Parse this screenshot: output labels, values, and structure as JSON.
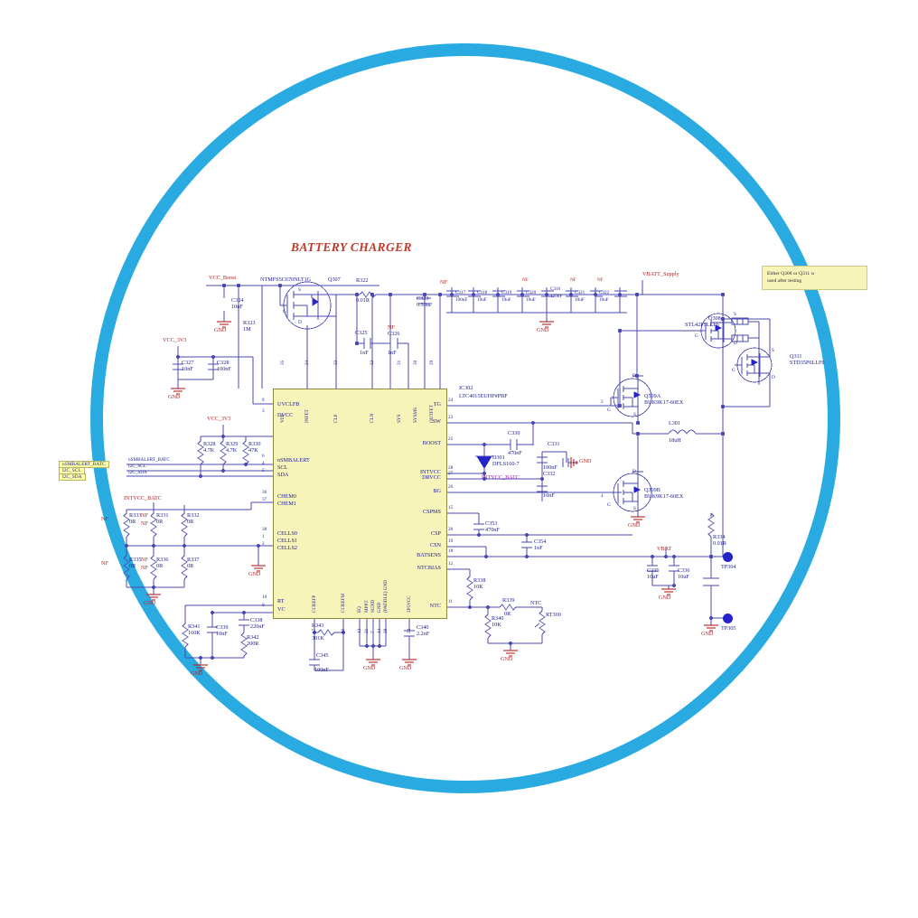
{
  "page": {
    "title": "BATTERY CHARGER",
    "accent_ring_color": "#29abe2",
    "wire_color": "#4a4ab0",
    "text_color": "#1b1b8f",
    "net_color": "#b32020",
    "ic_fill": "#f7f4ba"
  },
  "note": {
    "text": "Either Q308 or Q311 w",
    "text2": "used after testing"
  },
  "ic": {
    "ref": "IC302",
    "part": "LTC4015EUHF#PBF",
    "top_pins": [
      {
        "num": "35",
        "label": "VIN"
      },
      {
        "num": "34",
        "label": "INFET"
      },
      {
        "num": "33",
        "label": "CLP"
      },
      {
        "num": "32",
        "label": "CLN"
      },
      {
        "num": "31",
        "label": "SYS"
      },
      {
        "num": "30",
        "label": "SYSMS"
      },
      {
        "num": "29",
        "label": "OUTFET"
      }
    ],
    "left_pins": [
      {
        "num": "8",
        "label": "UVCLFB"
      },
      {
        "num": "3",
        "label": "DVCC"
      },
      {
        "num": "6",
        "label": "nSMBALERT"
      },
      {
        "num": "4",
        "label": "SCL"
      },
      {
        "num": "5",
        "label": "SDA"
      },
      {
        "num": "36",
        "label": "CHEM0"
      },
      {
        "num": "37",
        "label": "CHEM1"
      },
      {
        "num": "38",
        "label": "CELLS0"
      },
      {
        "num": "1",
        "label": "CELLS1"
      },
      {
        "num": "2",
        "label": "CELLS2"
      },
      {
        "num": "10",
        "label": "RT"
      },
      {
        "num": "9",
        "label": "VC"
      }
    ],
    "right_pins": [
      {
        "num": "24",
        "label": "TG"
      },
      {
        "num": "23",
        "label": "SW"
      },
      {
        "num": "25",
        "label": "BOOST"
      },
      {
        "num": "28",
        "label": "INTVCC"
      },
      {
        "num": "27",
        "label": "DRVCC"
      },
      {
        "num": "26",
        "label": "BG"
      },
      {
        "num": "15",
        "label": "CSPMS"
      },
      {
        "num": "20",
        "label": "CSP"
      },
      {
        "num": "19",
        "label": "CSN"
      },
      {
        "num": "18",
        "label": "BATSENS"
      },
      {
        "num": "12",
        "label": "NTCBIAS"
      },
      {
        "num": "11",
        "label": "NTC"
      }
    ],
    "bottom_pins": [
      {
        "num": "17",
        "label": "CCREFP"
      },
      {
        "num": "16",
        "label": "CCREFM"
      },
      {
        "num": "13",
        "label": "EQ"
      },
      {
        "num": "21",
        "label": "MPPT"
      },
      {
        "num": "7",
        "label": "SGND"
      },
      {
        "num": "14",
        "label": "GND"
      },
      {
        "num": "39",
        "label": "(PADDLE) GND"
      },
      {
        "num": "22",
        "label": "2P5VCC"
      }
    ]
  },
  "nets": {
    "vcc_boost": "VCC_Boost",
    "vcc_3v3_a": "VCC_3V3",
    "vcc_3v3_b": "VCC_3V3",
    "intvcc_batc_left": "INTVCC_BATC",
    "intvcc_batc_right": "INTVCC_BATC",
    "vbatt_supply": "VBATT_Supply",
    "vbat": "VBAT",
    "ntc": "NTC",
    "gnd": "GND"
  },
  "portlabels": {
    "alert_out": "nSMBALERT_BATC",
    "scl_out": "I2C_SCL",
    "sda_out": "I2C_SDA",
    "alert_in": "nSMBALERT_BATC",
    "scl_in": "I2C_SCL",
    "sda_in": "I2C_SDA"
  },
  "testpoints": [
    {
      "ref": "TP304"
    },
    {
      "ref": "TP305"
    }
  ],
  "components": [
    {
      "ref": "C324",
      "val": "10nF"
    },
    {
      "ref": "R323",
      "val": "1M"
    },
    {
      "ref": "Q307",
      "val": "NTMFS5C670NLT1G"
    },
    {
      "ref": "R322",
      "val": "0.01R"
    },
    {
      "ref": "C325",
      "val": "1nF"
    },
    {
      "ref": "C326",
      "val": "1nF",
      "nf": "NF"
    },
    {
      "ref": "C323",
      "val": "0.33nF"
    },
    {
      "ref": "C317",
      "val": "100nF"
    },
    {
      "ref": "C318",
      "val": "10uF"
    },
    {
      "ref": "C319",
      "val": "10uF"
    },
    {
      "ref": "C320",
      "val": "10uF",
      "nf": "NF"
    },
    {
      "ref": "C316",
      "val": "120nF",
      "nf": "NF"
    },
    {
      "ref": "C321",
      "val": "10uF",
      "nf": "NF"
    },
    {
      "ref": "C322",
      "val": "10uF"
    },
    {
      "ref": "C327",
      "val": "10nF"
    },
    {
      "ref": "C328",
      "val": "100nF"
    },
    {
      "ref": "R328",
      "val": "4.7K"
    },
    {
      "ref": "R329",
      "val": "4.7K"
    },
    {
      "ref": "R330",
      "val": "47K"
    },
    {
      "ref": "R333",
      "val": "0R",
      "nf": "NF"
    },
    {
      "ref": "R331",
      "val": "0R",
      "nf": "NF"
    },
    {
      "ref": "R332",
      "val": "0R"
    },
    {
      "ref": "R335",
      "val": "0R",
      "nf": "NF"
    },
    {
      "ref": "R336",
      "val": "0R",
      "nf": "NF"
    },
    {
      "ref": "R337",
      "val": "0R"
    },
    {
      "ref": "R341",
      "val": "160K"
    },
    {
      "ref": "C339",
      "val": "10nF"
    },
    {
      "ref": "C338",
      "val": "220nF"
    },
    {
      "ref": "R342",
      "val": "200R"
    },
    {
      "ref": "R343",
      "val": "301K"
    },
    {
      "ref": "C345",
      "val": "100nF"
    },
    {
      "ref": "C340",
      "val": "2.2nF"
    },
    {
      "ref": "C330",
      "val": "470nF"
    },
    {
      "ref": "C331",
      "val": "100nF"
    },
    {
      "ref": "C332",
      "val": "10nF"
    },
    {
      "ref": "D301",
      "val": "DFLS160-7"
    },
    {
      "ref": "C353",
      "val": "470nF"
    },
    {
      "ref": "C354",
      "val": "1nF"
    },
    {
      "ref": "R338",
      "val": "10K"
    },
    {
      "ref": "R339",
      "val": "0R"
    },
    {
      "ref": "R340",
      "val": "10K"
    },
    {
      "ref": "RT300",
      "val": ""
    },
    {
      "ref": "Q509A",
      "val": "BUK9K17-60EX"
    },
    {
      "ref": "Q309B",
      "val": "BUK9K17-60EX"
    },
    {
      "ref": "Q308",
      "val": "STL42P5LLF6"
    },
    {
      "ref": "Q311",
      "val": "STD35P6LLF6"
    },
    {
      "ref": "L301",
      "val": "18uH"
    },
    {
      "ref": "R334",
      "val": "0.01R"
    },
    {
      "ref": "C335",
      "val": "10uF"
    },
    {
      "ref": "C336",
      "val": "10uF"
    }
  ],
  "nf_marks": [
    "NF",
    "NF",
    "NF",
    "NF",
    "NF",
    "NF",
    "NF",
    "NF",
    "NF",
    "NF",
    "NF"
  ]
}
